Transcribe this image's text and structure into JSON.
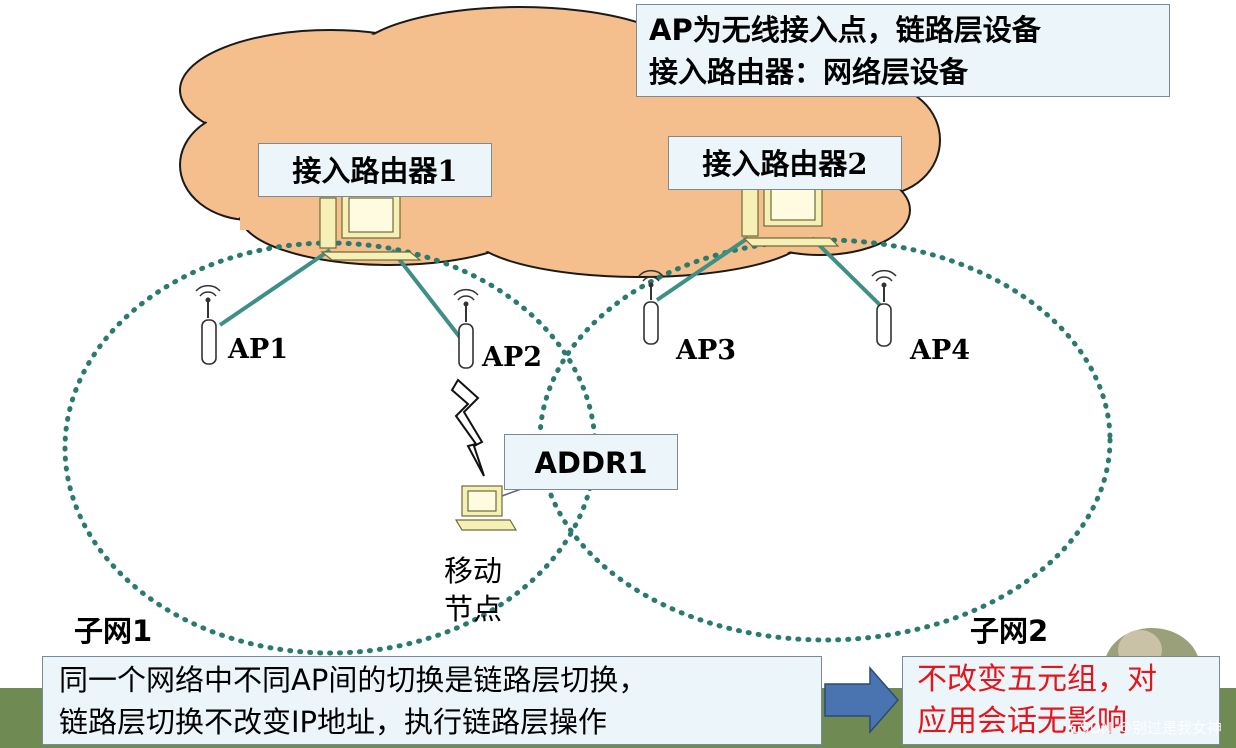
{
  "colors": {
    "cloud": "#f4bf8c",
    "cloud_outline": "#1a1a1a",
    "subnet_dots": "#2a7a70",
    "link_line": "#3e8f86",
    "note_bg": "#ecf6fa",
    "ground": "#6f8a52",
    "arrow": "#4a74b0",
    "red_text": "#e8141b",
    "computer_body": "#f7f0b6"
  },
  "top_note": {
    "line1": "AP为无线接入点，链路层设备",
    "line2": "接入路由器：网络层设备"
  },
  "routers": [
    {
      "label": "接入路由器1"
    },
    {
      "label": "接入路由器2"
    }
  ],
  "aps": [
    {
      "label": "AP1"
    },
    {
      "label": "AP2"
    },
    {
      "label": "AP3"
    },
    {
      "label": "AP4"
    }
  ],
  "mobile_node": {
    "address": "ADDR1",
    "label_line1": "移动",
    "label_line2": "节点"
  },
  "subnets": [
    {
      "label": "子网1"
    },
    {
      "label": "子网2"
    }
  ],
  "bottom_note": {
    "line1": "同一个网络中不同AP间的切换是链路层切换，",
    "line2": "链路层切换不改变IP地址，执行链路层操作"
  },
  "result_note": {
    "line1": "不改变五元组，对",
    "line2": "应用会话无影响"
  },
  "watermark": "CSDN @别过是我女神"
}
